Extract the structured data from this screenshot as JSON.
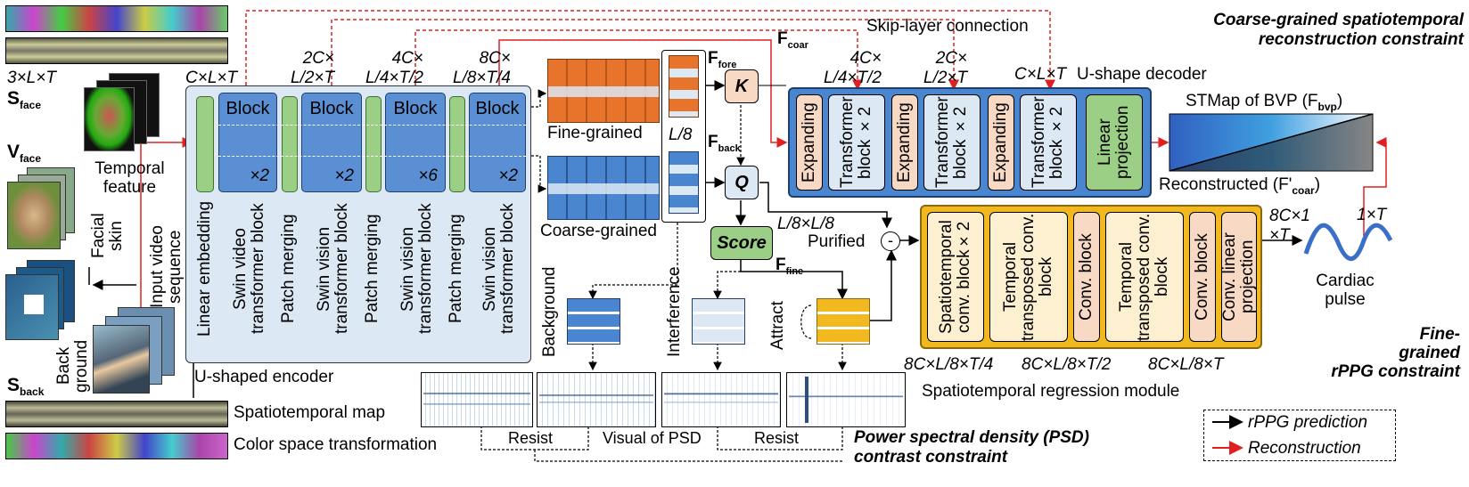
{
  "inputs": {
    "dims_input": "3×L×T",
    "s_face": "S",
    "s_face_sub": "face",
    "v_face": "V",
    "v_face_sub": "face",
    "s_back": "S",
    "s_back_sub": "back",
    "temporal_feature": "Temporal feature",
    "facial_skin": "Facial skin",
    "back_ground": "Back ground",
    "input_video_sequence": "Input video sequence",
    "spatiotemporal_map": "Spatiotemporal map",
    "color_space_transformation": "Color space transformation"
  },
  "encoder": {
    "title": "U-shaped encoder",
    "dims_in": "C×L×T",
    "dims": [
      "2C×\nL/2×T",
      "4C×\nL/4×T/2",
      "8C×\nL/8×T/4"
    ],
    "block_label": "Block",
    "multipliers": [
      "×2",
      "×2",
      "×6",
      "×2"
    ],
    "linear_embedding": "Linear embedding",
    "patch_merging": "Patch merging",
    "swin_video": "Swin video transformer block",
    "swin_vision": "Swin vision transformer block"
  },
  "middle": {
    "fine_grained": "Fine-grained",
    "coarse_grained": "Coarse-grained",
    "l8": "L/8",
    "f_fore": "F",
    "f_fore_sub": "fore",
    "f_back": "F",
    "f_back_sub": "back",
    "f_coar": "F",
    "f_coar_sub": "coar",
    "f_fine": "F",
    "f_fine_sub": "fine",
    "k": "K",
    "q": "Q",
    "score": "Score",
    "l8xl8": "L/8×L/8",
    "purified": "Purified",
    "minus": "-"
  },
  "decoder": {
    "title": "U-shape decoder",
    "skip": "Skip-layer connection",
    "dims": [
      "4C×\nL/4×T/2",
      "2C×\nL/2×T",
      "C×L×T"
    ],
    "expanding": "Expanding",
    "transformer": "Transformer block ×2",
    "linear_projection": "Linear projection",
    "stmap_bvp": "STMap of BVP (F",
    "stmap_bvp_sub": "bvp",
    "reconstructed": "Reconstructed (F'",
    "reconstructed_sub": "coar"
  },
  "regression": {
    "title": "Spatiotemporal regression module",
    "blocks": [
      "Spatiotemporal conv. block×2",
      "Temporal transposed conv. block",
      "Conv. block",
      "Temporal transposed conv. block",
      "Conv. block",
      "Conv. linear projection"
    ],
    "dims": [
      "8C×L/8×T/4",
      "8C×L/8×T/2",
      "8C×L/8×T"
    ],
    "dim_out": "8C×1\n×T",
    "dim_pulse": "1×T",
    "cardiac_pulse": "Cardiac pulse"
  },
  "psd": {
    "background": "Background",
    "interference": "Interference",
    "attract": "Attract",
    "resist1": "Resist",
    "resist2": "Resist",
    "visual_psd": "Visual of PSD"
  },
  "constraints": {
    "coarse": "Coarse-grained spatiotemporal\nreconstruction constraint",
    "fine": "Fine-\ngrained\nrPPG constraint",
    "psd": "Power spectral density (PSD)\ncontrast constraint"
  },
  "legend": {
    "prediction": "rPPG prediction",
    "reconstruction": "Reconstruction",
    "colors": {
      "prediction": "#000000",
      "reconstruction": "#e02020"
    }
  }
}
